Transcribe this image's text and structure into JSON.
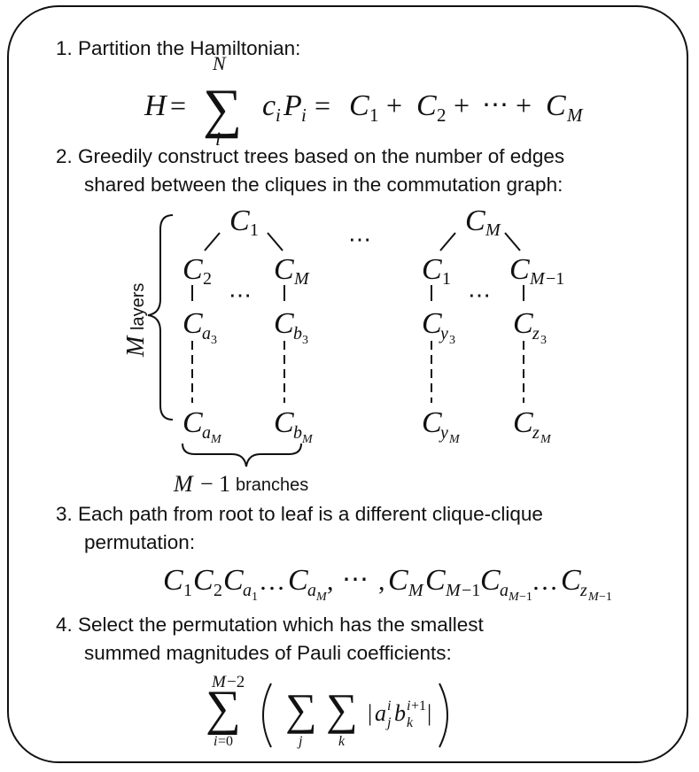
{
  "steps": [
    {
      "number": "1.",
      "text": "Partition the Hamiltonian:"
    },
    {
      "number": "2.",
      "line1": "Greedily construct trees based on the number of edges",
      "line2": "shared between the cliques in the commutation graph:"
    },
    {
      "number": "3.",
      "line1": "Each path from root to leaf is a different clique-clique",
      "line2": "permutation:"
    },
    {
      "number": "4.",
      "line1": "Select the permutation which has the smallest",
      "line2": "summed magnitudes of Pauli coefficients:"
    }
  ],
  "tree": {
    "layers_label": "layers",
    "branches_label": "branches",
    "ellipsis": "⋯"
  }
}
